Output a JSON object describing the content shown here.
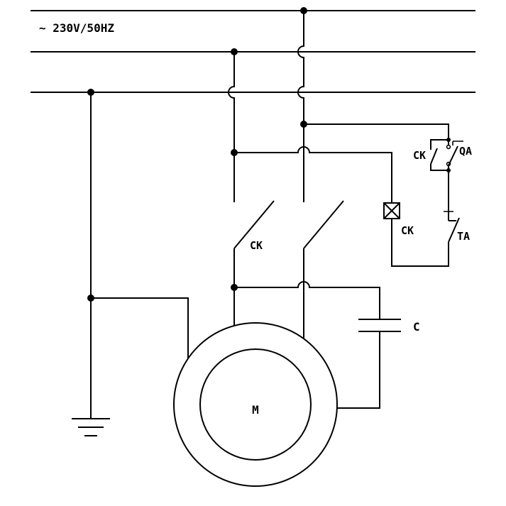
{
  "schematic": {
    "colors": {
      "stroke": "#000000",
      "background": "#ffffff"
    },
    "labels": {
      "supply": "~ 230V/50HZ",
      "contactor_main_contacts": "CK",
      "holding_contact": "CK",
      "contactor_coil": "CK",
      "start_button": "QA",
      "stop_button": "TA",
      "capacitor": "C",
      "motor": "M"
    }
  }
}
